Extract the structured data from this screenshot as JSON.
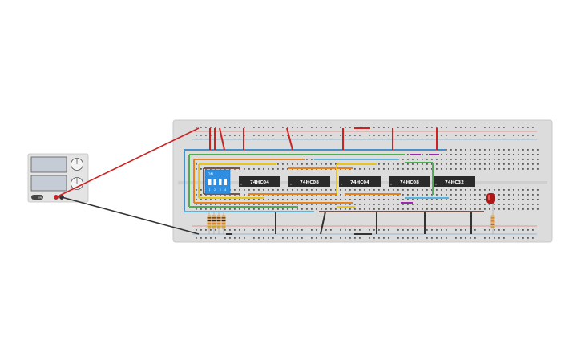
{
  "chips": [
    {
      "label": "74HC04"
    },
    {
      "label": "74HC08"
    },
    {
      "label": "74HC04"
    },
    {
      "label": "74HC08"
    },
    {
      "label": "74HC32"
    }
  ],
  "dip_switch": {
    "on_label": "ON",
    "numbers": [
      "1",
      "2",
      "3",
      "4"
    ]
  },
  "power_supply": {
    "button_label": "ON"
  },
  "colors": {
    "board": "#dcdcdc",
    "hole": "#5a5a5a",
    "rail_red": "#d9534f",
    "rail_blue": "#4a90c8",
    "wire_red": "#cc2222",
    "wire_black": "#333333",
    "chip": "#2a2a2a",
    "dip": "#2f8ee0",
    "led": "#b01818"
  },
  "wire_colors": [
    "#e8c41c",
    "#4caf50",
    "#e8821c",
    "#5ab4e0",
    "#2c6fb0",
    "#9c27b0",
    "#795548",
    "#d84315"
  ]
}
